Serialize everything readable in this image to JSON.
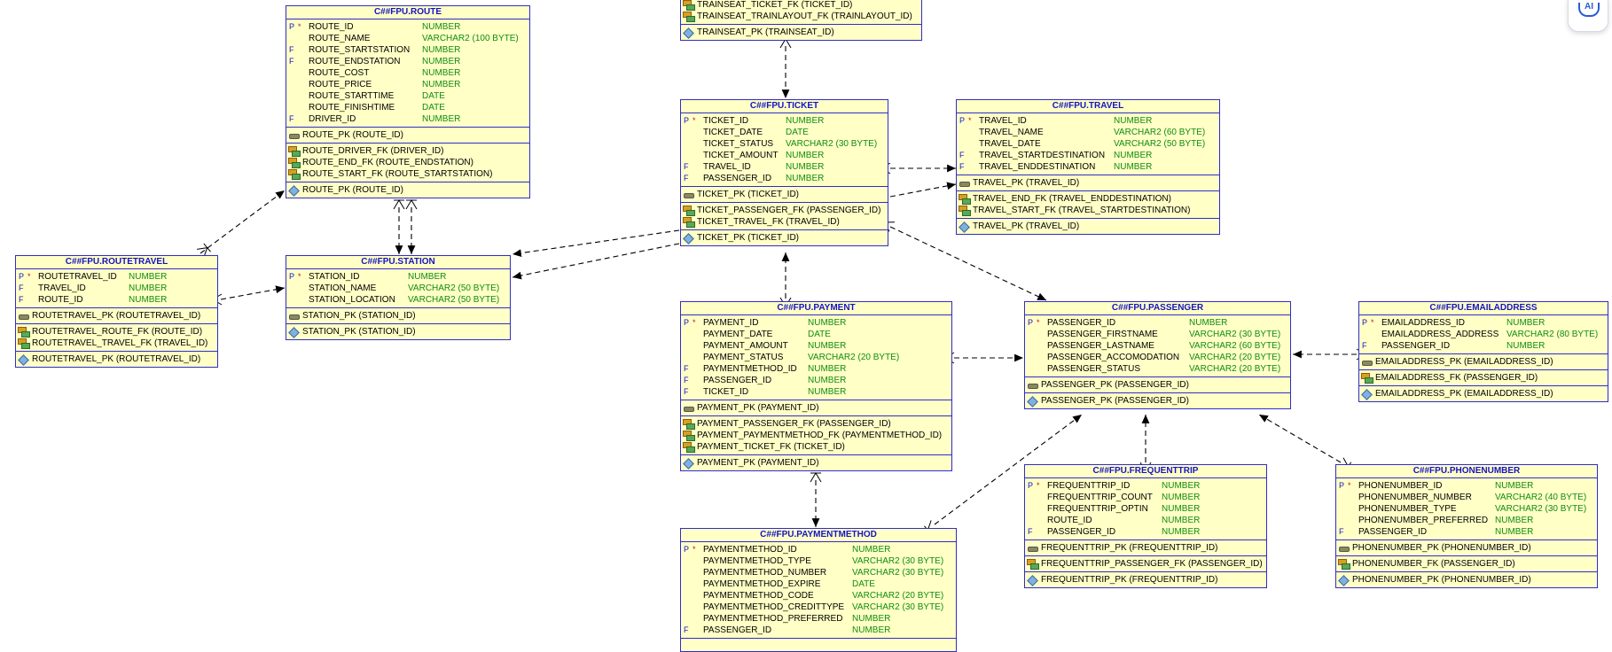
{
  "entities": {
    "route": {
      "title": "C##FPU.ROUTE",
      "columns": [
        {
          "flag": "P",
          "req": "*",
          "name": "ROUTE_ID",
          "type": "NUMBER"
        },
        {
          "flag": "",
          "req": "",
          "name": "ROUTE_NAME",
          "type": "VARCHAR2 (100 BYTE)"
        },
        {
          "flag": "F",
          "req": "",
          "name": "ROUTE_STARTSTATION",
          "type": "NUMBER"
        },
        {
          "flag": "F",
          "req": "",
          "name": "ROUTE_ENDSTATION",
          "type": "NUMBER"
        },
        {
          "flag": "",
          "req": "",
          "name": "ROUTE_COST",
          "type": "NUMBER"
        },
        {
          "flag": "",
          "req": "",
          "name": "ROUTE_PRICE",
          "type": "NUMBER"
        },
        {
          "flag": "",
          "req": "",
          "name": "ROUTE_STARTTIME",
          "type": "DATE"
        },
        {
          "flag": "",
          "req": "",
          "name": "ROUTE_FINISHTIME",
          "type": "DATE"
        },
        {
          "flag": "F",
          "req": "",
          "name": "DRIVER_ID",
          "type": "NUMBER"
        }
      ],
      "pk": [
        "ROUTE_PK (ROUTE_ID)"
      ],
      "fk": [
        "ROUTE_DRIVER_FK (DRIVER_ID)",
        "ROUTE_END_FK (ROUTE_ENDSTATION)",
        "ROUTE_START_FK (ROUTE_STARTSTATION)"
      ],
      "uk": [
        "ROUTE_PK (ROUTE_ID)"
      ]
    },
    "trainseat": {
      "title": "",
      "columns": [],
      "pk": [],
      "fk": [
        "TRAINSEAT_TICKET_FK (TICKET_ID)",
        "TRAINSEAT_TRAINLAYOUT_FK (TRAINLAYOUT_ID)"
      ],
      "uk": [
        "TRAINSEAT_PK (TRAINSEAT_ID)"
      ]
    },
    "ticket": {
      "title": "C##FPU.TICKET",
      "columns": [
        {
          "flag": "P",
          "req": "*",
          "name": "TICKET_ID",
          "type": "NUMBER"
        },
        {
          "flag": "",
          "req": "",
          "name": "TICKET_DATE",
          "type": "DATE"
        },
        {
          "flag": "",
          "req": "",
          "name": "TICKET_STATUS",
          "type": "VARCHAR2 (30 BYTE)"
        },
        {
          "flag": "",
          "req": "",
          "name": "TICKET_AMOUNT",
          "type": "NUMBER"
        },
        {
          "flag": "F",
          "req": "",
          "name": "TRAVEL_ID",
          "type": "NUMBER"
        },
        {
          "flag": "F",
          "req": "",
          "name": "PASSENGER_ID",
          "type": "NUMBER"
        }
      ],
      "pk": [
        "TICKET_PK (TICKET_ID)"
      ],
      "fk": [
        "TICKET_PASSENGER_FK (PASSENGER_ID)",
        "TICKET_TRAVEL_FK (TRAVEL_ID)"
      ],
      "uk": [
        "TICKET_PK (TICKET_ID)"
      ]
    },
    "travel": {
      "title": "C##FPU.TRAVEL",
      "columns": [
        {
          "flag": "P",
          "req": "*",
          "name": "TRAVEL_ID",
          "type": "NUMBER"
        },
        {
          "flag": "",
          "req": "",
          "name": "TRAVEL_NAME",
          "type": "VARCHAR2 (60 BYTE)"
        },
        {
          "flag": "",
          "req": "",
          "name": "TRAVEL_DATE",
          "type": "VARCHAR2 (50 BYTE)"
        },
        {
          "flag": "F",
          "req": "",
          "name": "TRAVEL_STARTDESTINATION",
          "type": "NUMBER"
        },
        {
          "flag": "F",
          "req": "",
          "name": "TRAVEL_ENDDESTINATION",
          "type": "NUMBER"
        }
      ],
      "pk": [
        "TRAVEL_PK (TRAVEL_ID)"
      ],
      "fk": [
        "TRAVEL_END_FK (TRAVEL_ENDDESTINATION)",
        "TRAVEL_START_FK (TRAVEL_STARTDESTINATION)"
      ],
      "uk": [
        "TRAVEL_PK (TRAVEL_ID)"
      ]
    },
    "routetravel": {
      "title": "C##FPU.ROUTETRAVEL",
      "columns": [
        {
          "flag": "P",
          "req": "*",
          "name": "ROUTETRAVEL_ID",
          "type": "NUMBER"
        },
        {
          "flag": "F",
          "req": "",
          "name": "TRAVEL_ID",
          "type": "NUMBER"
        },
        {
          "flag": "F",
          "req": "",
          "name": "ROUTE_ID",
          "type": "NUMBER"
        }
      ],
      "pk": [
        "ROUTETRAVEL_PK (ROUTETRAVEL_ID)"
      ],
      "fk": [
        "ROUTETRAVEL_ROUTE_FK (ROUTE_ID)",
        "ROUTETRAVEL_TRAVEL_FK (TRAVEL_ID)"
      ],
      "uk": [
        "ROUTETRAVEL_PK (ROUTETRAVEL_ID)"
      ]
    },
    "station": {
      "title": "C##FPU.STATION",
      "columns": [
        {
          "flag": "P",
          "req": "*",
          "name": "STATION_ID",
          "type": "NUMBER"
        },
        {
          "flag": "",
          "req": "",
          "name": "STATION_NAME",
          "type": "VARCHAR2 (50 BYTE)"
        },
        {
          "flag": "",
          "req": "",
          "name": "STATION_LOCATION",
          "type": "VARCHAR2 (50 BYTE)"
        }
      ],
      "pk": [
        "STATION_PK (STATION_ID)"
      ],
      "fk": [],
      "uk": [
        "STATION_PK (STATION_ID)"
      ]
    },
    "payment": {
      "title": "C##FPU.PAYMENT",
      "columns": [
        {
          "flag": "P",
          "req": "*",
          "name": "PAYMENT_ID",
          "type": "NUMBER"
        },
        {
          "flag": "",
          "req": "",
          "name": "PAYMENT_DATE",
          "type": "DATE"
        },
        {
          "flag": "",
          "req": "",
          "name": "PAYMENT_AMOUNT",
          "type": "NUMBER"
        },
        {
          "flag": "",
          "req": "",
          "name": "PAYMENT_STATUS",
          "type": "VARCHAR2 (20 BYTE)"
        },
        {
          "flag": "F",
          "req": "",
          "name": "PAYMENTMETHOD_ID",
          "type": "NUMBER"
        },
        {
          "flag": "F",
          "req": "",
          "name": "PASSENGER_ID",
          "type": "NUMBER"
        },
        {
          "flag": "F",
          "req": "",
          "name": "TICKET_ID",
          "type": "NUMBER"
        }
      ],
      "pk": [
        "PAYMENT_PK (PAYMENT_ID)"
      ],
      "fk": [
        "PAYMENT_PASSENGER_FK (PASSENGER_ID)",
        "PAYMENT_PAYMENTMETHOD_FK (PAYMENTMETHOD_ID)",
        "PAYMENT_TICKET_FK (TICKET_ID)"
      ],
      "uk": [
        "PAYMENT_PK (PAYMENT_ID)"
      ]
    },
    "passenger": {
      "title": "C##FPU.PASSENGER",
      "columns": [
        {
          "flag": "P",
          "req": "*",
          "name": "PASSENGER_ID",
          "type": "NUMBER"
        },
        {
          "flag": "",
          "req": "",
          "name": "PASSENGER_FIRSTNAME",
          "type": "VARCHAR2 (30 BYTE)"
        },
        {
          "flag": "",
          "req": "",
          "name": "PASSENGER_LASTNAME",
          "type": "VARCHAR2 (60 BYTE)"
        },
        {
          "flag": "",
          "req": "",
          "name": "PASSENGER_ACCOMODATION",
          "type": "VARCHAR2 (20 BYTE)"
        },
        {
          "flag": "",
          "req": "",
          "name": "PASSENGER_STATUS",
          "type": "VARCHAR2 (20 BYTE)"
        }
      ],
      "pk": [
        "PASSENGER_PK (PASSENGER_ID)"
      ],
      "fk": [],
      "uk": [
        "PASSENGER_PK (PASSENGER_ID)"
      ]
    },
    "emailaddress": {
      "title": "C##FPU.EMAILADDRESS",
      "columns": [
        {
          "flag": "P",
          "req": "*",
          "name": "EMAILADDRESS_ID",
          "type": "NUMBER"
        },
        {
          "flag": "",
          "req": "",
          "name": "EMAILADDRESS_ADDRESS",
          "type": "VARCHAR2 (80 BYTE)"
        },
        {
          "flag": "F",
          "req": "",
          "name": "PASSENGER_ID",
          "type": "NUMBER"
        }
      ],
      "pk": [
        "EMAILADDRESS_PK (EMAILADDRESS_ID)"
      ],
      "fk": [
        "EMAILADDRESS_FK (PASSENGER_ID)"
      ],
      "uk": [
        "EMAILADDRESS_PK (EMAILADDRESS_ID)"
      ]
    },
    "frequenttrip": {
      "title": "C##FPU.FREQUENTTRIP",
      "columns": [
        {
          "flag": "P",
          "req": "*",
          "name": "FREQUENTTRIP_ID",
          "type": "NUMBER"
        },
        {
          "flag": "",
          "req": "",
          "name": "FREQUENTTRIP_COUNT",
          "type": "NUMBER"
        },
        {
          "flag": "",
          "req": "",
          "name": "FREQUENTTRIP_OPTIN",
          "type": "NUMBER"
        },
        {
          "flag": "",
          "req": "",
          "name": "ROUTE_ID",
          "type": "NUMBER"
        },
        {
          "flag": "F",
          "req": "",
          "name": "PASSENGER_ID",
          "type": "NUMBER"
        }
      ],
      "pk": [
        "FREQUENTTRIP_PK (FREQUENTTRIP_ID)"
      ],
      "fk": [
        "FREQUENTTRIP_PASSENGER_FK (PASSENGER_ID)"
      ],
      "uk": [
        "FREQUENTTRIP_PK (FREQUENTTRIP_ID)"
      ]
    },
    "phonenumber": {
      "title": "C##FPU.PHONENUMBER",
      "columns": [
        {
          "flag": "P",
          "req": "*",
          "name": "PHONENUMBER_ID",
          "type": "NUMBER"
        },
        {
          "flag": "",
          "req": "",
          "name": "PHONENUMBER_NUMBER",
          "type": "VARCHAR2 (40 BYTE)"
        },
        {
          "flag": "",
          "req": "",
          "name": "PHONENUMBER_TYPE",
          "type": "VARCHAR2 (30 BYTE)"
        },
        {
          "flag": "",
          "req": "",
          "name": "PHONENUMBER_PREFERRED",
          "type": "NUMBER"
        },
        {
          "flag": "F",
          "req": "",
          "name": "PASSENGER_ID",
          "type": "NUMBER"
        }
      ],
      "pk": [
        "PHONENUMBER_PK (PHONENUMBER_ID)"
      ],
      "fk": [
        "PHONENUMBER_FK (PASSENGER_ID)"
      ],
      "uk": [
        "PHONENUMBER_PK (PHONENUMBER_ID)"
      ]
    },
    "paymentmethod": {
      "title": "C##FPU.PAYMENTMETHOD",
      "columns": [
        {
          "flag": "P",
          "req": "*",
          "name": "PAYMENTMETHOD_ID",
          "type": "NUMBER"
        },
        {
          "flag": "",
          "req": "",
          "name": "PAYMENTMETHOD_TYPE",
          "type": "VARCHAR2 (30 BYTE)"
        },
        {
          "flag": "",
          "req": "",
          "name": "PAYMENTMETHOD_NUMBER",
          "type": "VARCHAR2 (30 BYTE)"
        },
        {
          "flag": "",
          "req": "",
          "name": "PAYMENTMETHOD_EXPIRE",
          "type": "DATE"
        },
        {
          "flag": "",
          "req": "",
          "name": "PAYMENTMETHOD_CODE",
          "type": "VARCHAR2 (20 BYTE)"
        },
        {
          "flag": "",
          "req": "",
          "name": "PAYMENTMETHOD_CREDITTYPE",
          "type": "VARCHAR2 (30 BYTE)"
        },
        {
          "flag": "",
          "req": "",
          "name": "PAYMENTMETHOD_PREFERRED",
          "type": "NUMBER"
        },
        {
          "flag": "F",
          "req": "",
          "name": "PASSENGER_ID",
          "type": "NUMBER"
        }
      ],
      "pk": [],
      "fk": [],
      "uk": []
    }
  },
  "colors": {
    "entity_fill": "#ffffc6",
    "entity_border": "#2d2dcc",
    "title_text": "#1414c8",
    "type_text": "#118c11",
    "required_mark": "#c81414",
    "connector": "#000000"
  },
  "icons": {
    "pk_index": "pk-index-icon",
    "foreign_key": "foreign-key-icon",
    "unique_key": "unique-key-icon",
    "corner_button": "ai-assistant-icon"
  }
}
